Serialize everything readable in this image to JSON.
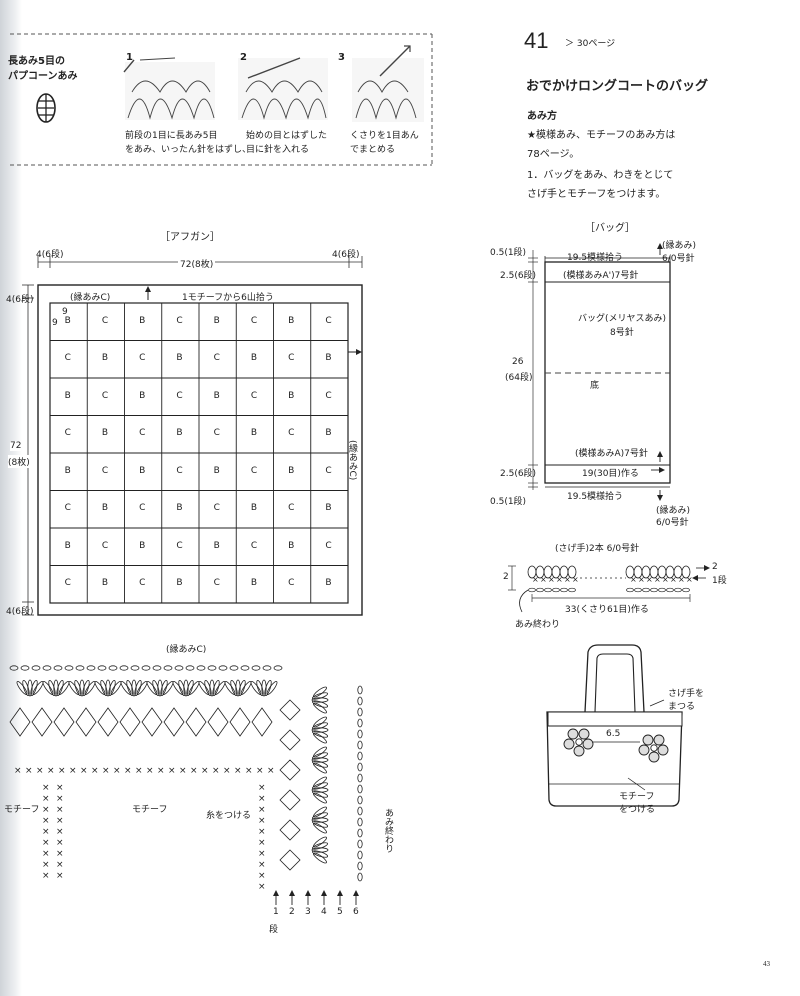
{
  "stitch_tutorial": {
    "title_line1": "長あみ5目の",
    "title_line2": "パプコーンあみ",
    "steps": [
      {
        "num": "1",
        "text_line1": "前段の1目に長あみ5目",
        "text_line2": "をあみ、いったん針をはずし、"
      },
      {
        "num": "2",
        "text_line1": "始めの目とはずした",
        "text_line2": "目に針を入れる"
      },
      {
        "num": "3",
        "text_line1": "くさりを1目あん",
        "text_line2": "でまとめる"
      }
    ]
  },
  "afghan": {
    "title": "［アフガン］",
    "top_left_dim": "4(6段)",
    "top_center_dim": "72(8枚)",
    "top_right_dim": "4(6段)",
    "left_top_dim": "4(6段)",
    "left_mid_dim_1": "72",
    "left_mid_dim_2": "(8枚)",
    "left_bottom_dim": "4(6段)",
    "edge_label": "(縁あみC)",
    "motif_pickup": "1モチーフから6山拾う",
    "right_label": "(縁あみC)",
    "corner_9a": "9",
    "corner_9b": "9",
    "grid": [
      [
        "B",
        "C",
        "B",
        "C",
        "B",
        "C",
        "B",
        "C"
      ],
      [
        "C",
        "B",
        "C",
        "B",
        "C",
        "B",
        "C",
        "B"
      ],
      [
        "B",
        "C",
        "B",
        "C",
        "B",
        "C",
        "B",
        "C"
      ],
      [
        "C",
        "B",
        "C",
        "B",
        "C",
        "B",
        "C",
        "B"
      ],
      [
        "B",
        "C",
        "B",
        "C",
        "B",
        "C",
        "B",
        "C"
      ],
      [
        "C",
        "B",
        "C",
        "B",
        "C",
        "B",
        "C",
        "B"
      ],
      [
        "B",
        "C",
        "B",
        "C",
        "B",
        "C",
        "B",
        "C"
      ],
      [
        "C",
        "B",
        "C",
        "B",
        "C",
        "B",
        "C",
        "B"
      ]
    ]
  },
  "edging_chart": {
    "title": "(縁あみC)",
    "motif_label_left": "モチーフ",
    "motif_label_center": "モチーフ",
    "attach_label": "糸をつける",
    "end_label": "あみ終わり",
    "row_numbers": [
      "1",
      "2",
      "3",
      "4",
      "5",
      "6"
    ],
    "row_unit": "段"
  },
  "project": {
    "number": "41",
    "page_ref": "＞ 30ページ",
    "title": "おでかけロングコートのバッグ",
    "method_heading": "あみ方",
    "line1": "★模様あみ、モチーフのあみ方は",
    "line2": "78ページ。",
    "line3": "1．バッグをあみ、わきをとじて",
    "line4": "さげ手とモチーフをつけます。"
  },
  "bag_diagram": {
    "title": "［バッグ］",
    "top_edge_dim": "0.5(1段)",
    "top_pickup": "19.5模様拾う",
    "top_edging": "(縁あみ)",
    "top_hook": "6/0号針",
    "top_band_dim": "2.5(6段)",
    "top_band_label": "(模様あみA')7号針",
    "body_label": "バッグ(メリヤスあみ)",
    "body_hook": "8号針",
    "height_dim": "26",
    "height_rows": "(64段)",
    "bottom_label": "底",
    "bottom_band_label": "(模様あみA)7号針",
    "bottom_band_dim": "2.5(6段)",
    "cast_on": "19(30目)作る",
    "bottom_pickup": "19.5模様拾う",
    "bottom_edge_dim": "0.5(1段)",
    "bottom_edging": "(縁あみ)",
    "bottom_hook": "6/0号針"
  },
  "handle_diagram": {
    "title": "(さげ手)2本 6/0号針",
    "rows_2": "2",
    "row_label_2": "2",
    "row_label_1": "1段",
    "chain_label": "33(くさり61目)作る",
    "end_label": "あみ終わり"
  },
  "finished_bag": {
    "handle_attach_1": "さげ手を",
    "handle_attach_2": "まつる",
    "handle_spacing": "6.5",
    "motif_attach_1": "モチーフ",
    "motif_attach_2": "をつける"
  },
  "page_number": "43"
}
